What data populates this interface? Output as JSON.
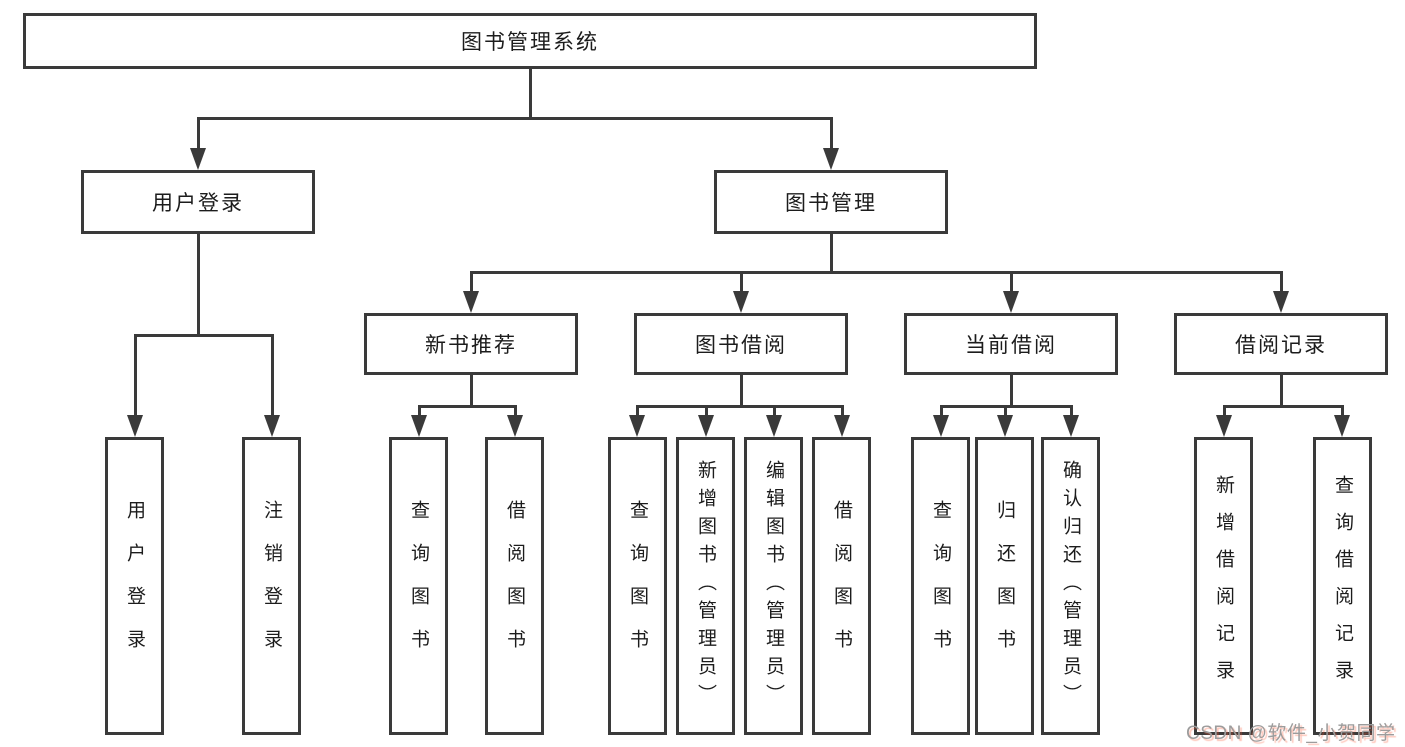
{
  "diagram": {
    "root": "图书管理系统",
    "children": [
      {
        "label": "用户登录",
        "children": [
          "用户登录",
          "注销登录"
        ]
      },
      {
        "label": "图书管理",
        "children": [
          {
            "label": "新书推荐",
            "children": [
              "查询图书",
              "借阅图书"
            ]
          },
          {
            "label": "图书借阅",
            "children": [
              "查询图书",
              "新增图书（管理员）",
              "编辑图书（管理员）",
              "借阅图书"
            ]
          },
          {
            "label": "当前借阅",
            "children": [
              "查询图书",
              "归还图书",
              "确认归还（管理员）"
            ]
          },
          {
            "label": "借阅记录",
            "children": [
              "新增借阅记录",
              "查询借阅记录"
            ]
          }
        ]
      }
    ]
  },
  "watermark": "CSDN @软件_小贺同学",
  "colors": {
    "line": "#3a3a3a",
    "box_border": "#3a3a3a",
    "box_background": "#ffffff",
    "text": "#1c1c1c",
    "page_background": "#ffffff",
    "watermark_gray": "#9c9c9c",
    "watermark_red": "#fc5531"
  }
}
